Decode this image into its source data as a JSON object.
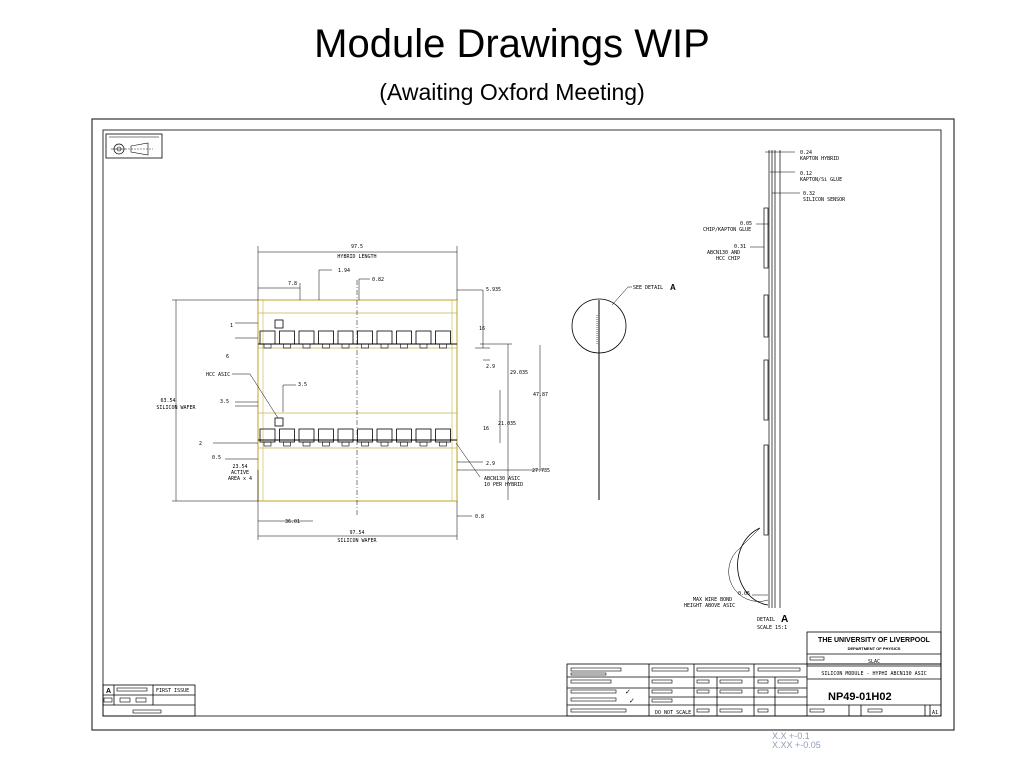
{
  "slide": {
    "title": "Module Drawings WIP",
    "subtitle": "(Awaiting Oxford Meeting)"
  },
  "drawing": {
    "dims": {
      "hybrid_length": "97.5",
      "hybrid_length_label": "HYBRID LENGTH",
      "d_1_94": "1.94",
      "d_0_82": "0.82",
      "d_7_8": "7.8",
      "d_5_935": "5.935",
      "d_16_top": "16",
      "d_1": "1",
      "d_6": "6",
      "d_2_9_top": "2.9",
      "d_29_035": "29.035",
      "hcc_asic": "HCC ASIC",
      "d_3_5_a": "3.5",
      "d_3_5_b": "3.5",
      "wafer_h": "63.54",
      "wafer_h_label": "SILICON WAFER",
      "d_47_87": "47.87",
      "d_16_bot": "16",
      "d_21_035": "21.035",
      "d_2": "2",
      "d_0_5": "0.5",
      "active_area": "23.54",
      "active_area_label1": "ACTIVE",
      "active_area_label2": "AREA x 4",
      "d_2_9_bot": "2.9",
      "d_27_735": "27.735",
      "abcn_asic": "ABCN130 ASIC",
      "abcn_asic_2": "10 PER HYBRID",
      "d_36_01": "36.01",
      "d_0_8": "0.8",
      "wafer_w": "97.54",
      "wafer_w_label": "SILICON WAFER"
    },
    "side": {
      "see_detail": "SEE DETAIL",
      "see_detail_letter": "A",
      "kapton_hybrid": "0.24",
      "kapton_hybrid_label": "KAPTON HYBRID",
      "kapton_glue": "0.12",
      "kapton_glue_label": "KAPTON/Si GLUE",
      "silicon_sensor": "0.32",
      "silicon_sensor_label": "SILICON SENSOR",
      "chip_glue": "0.05",
      "chip_glue_label": "CHIP/KAPTON GLUE",
      "chips": "0.31",
      "chips_label1": "ABCN130 AND",
      "chips_label2": "HCC CHIP",
      "wirebond": "0.05",
      "wirebond_label1": "MAX WIRE BOND",
      "wirebond_label2": "HEIGHT ABOVE ASIC",
      "detail": "DETAIL",
      "detail_letter": "A",
      "scale": "SCALE 15:1"
    },
    "title_block": {
      "university": "THE UNIVERSITY OF LIVERPOOL",
      "department": "DEPARTMENT OF PHYSICS",
      "slac": "SLAC",
      "desc": "SILICON MODULE - HYPHI ABCN130 ASIC",
      "drawing_no": "NP49-01H02",
      "do_not_scale": "DO NOT SCALE",
      "sheet_rev": "A1",
      "rev_letter": "A",
      "first_issue": "FIRST ISSUE",
      "tolerance_1": "X.X   +-0.1",
      "tolerance_2": "X.XX  +-0.05"
    }
  }
}
